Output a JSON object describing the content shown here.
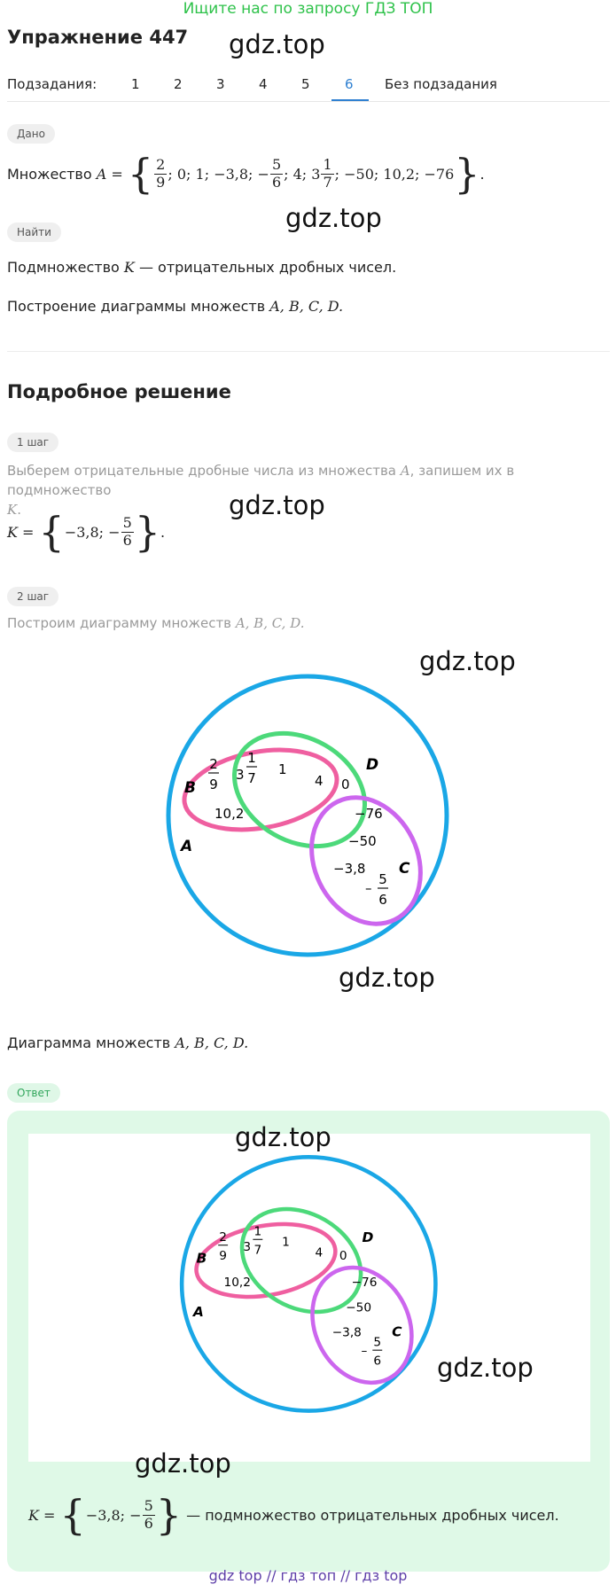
{
  "banner": "Ищите нас по запросу ГДЗ ТОП",
  "exercise_title": "Упражнение 447",
  "watermark": "gdz.top",
  "subtasks": {
    "label": "Подзадания:",
    "tabs": [
      "1",
      "2",
      "3",
      "4",
      "5",
      "6",
      "Без подзадания"
    ],
    "active_index": 5
  },
  "given": {
    "badge": "Дано",
    "lead": "Множество",
    "set_name": "A",
    "items": {
      "f1_num": "2",
      "f1_den": "9",
      "v2": "0",
      "v3": "1",
      "v4": "−3,8",
      "f5_num": "5",
      "f5_den": "6",
      "v6": "4",
      "m7_whole": "3",
      "m7_num": "1",
      "m7_den": "7",
      "v8": "−50",
      "v9": "10,2",
      "v10": "−76"
    }
  },
  "find": {
    "badge": "Найти",
    "line1_pre": "Подмножество",
    "line1_var": "K",
    "line1_post": "— отрицательных дробных чисел.",
    "line2_pre": "Построение диаграммы множеств",
    "sets": "A,  B,  C,  D."
  },
  "solution_title": "Подробное решение",
  "step1": {
    "badge": "1 шаг",
    "text": "Выберем отрицательные дробные числа из множества",
    "text_var": "A",
    "text_post": ", запишем их в подмножество",
    "text_var2": "K",
    "eq_var": "K",
    "val1": "−3,8",
    "frac_num": "5",
    "frac_den": "6"
  },
  "step2": {
    "badge": "2 шаг",
    "text": "Построим диаграмму множеств",
    "sets": "A,  B,  C,  D."
  },
  "venn": {
    "labels": {
      "A": "A",
      "B": "B",
      "C": "C",
      "D": "D"
    },
    "elements": {
      "b_frac_num": "2",
      "b_frac_den": "9",
      "b_mixed_whole": "3",
      "b_mixed_num": "1",
      "b_mixed_den": "7",
      "b_val": "10,2",
      "bd_val": "1",
      "bd_val2": "4",
      "d_val": "0",
      "cd_val1": "−76",
      "cd_val2": "−50",
      "c_val": "−3,8",
      "c_frac_num": "5",
      "c_frac_den": "6",
      "c_minus": "–"
    },
    "colors": {
      "A": "#1aa7e6",
      "B": "#ef5fa0",
      "C": "#cc66ee",
      "D": "#4cd97a"
    }
  },
  "diagram_caption_pre": "Диаграмма множеств",
  "diagram_caption_sets": "A,  B,  C,  D.",
  "answer": {
    "badge": "Ответ",
    "eq_var": "K",
    "val1": "−3,8",
    "frac_num": "5",
    "frac_den": "6",
    "post": "— подмножество отрицательных дробных чисел."
  },
  "footer": "gdz top  //  гдз топ  //  гдз top"
}
